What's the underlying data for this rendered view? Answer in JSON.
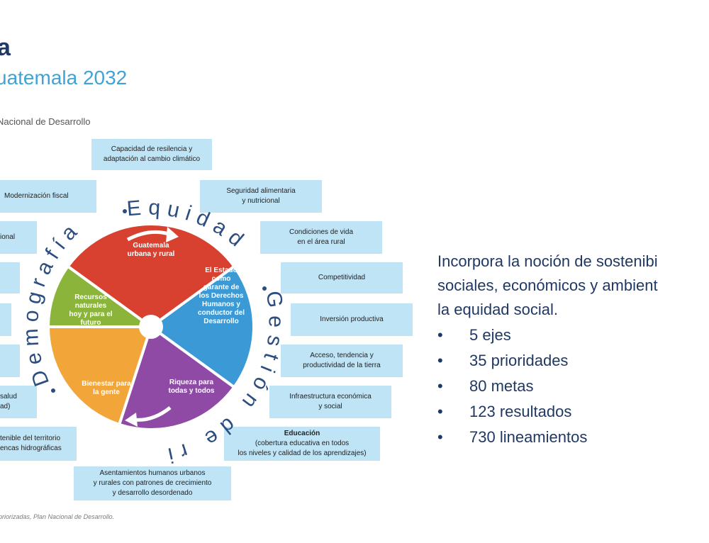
{
  "header": {
    "title": "a",
    "subtitle": "uatemala 2032",
    "caption": "Nacional de Desarrollo",
    "source": "priorizadas, Plan Nacional de Desarrollo."
  },
  "diagram": {
    "segments": [
      {
        "label": "Guatemala urbana y rural",
        "color": "#d8412f"
      },
      {
        "label": "El Estado como garante de los Derechos Humanos y conductor del Desarrollo",
        "color": "#3b9ad6"
      },
      {
        "label": "Riqueza para todas y todos",
        "color": "#8e4aa5"
      },
      {
        "label": "Bienestar para la gente",
        "color": "#f2a63a"
      },
      {
        "label": "Recursos naturales hoy y para el futuro",
        "color": "#8bb53a"
      }
    ],
    "ring_text": {
      "equidad": "Equidad",
      "gestion": "Gestión de riesgo",
      "demografia": "Demografía"
    },
    "boxes": [
      {
        "id": "resiliencia",
        "text": "Capacidad de resilencia y\nadaptación al cambio climático"
      },
      {
        "id": "seguridad",
        "text": "Seguridad alimentaria\ny nutricional"
      },
      {
        "id": "condiciones",
        "text": "Condiciones de vida\nen el área rural"
      },
      {
        "id": "competitividad",
        "text": "Competitividad"
      },
      {
        "id": "inversion",
        "text": "Inversión productiva"
      },
      {
        "id": "acceso",
        "text": "Acceso, tendencia y\nproductividad de la tierra"
      },
      {
        "id": "infraestructura",
        "text": "Infraestructura económica\ny social"
      },
      {
        "id": "educacion_title",
        "text": "Educación"
      },
      {
        "id": "educacion_body",
        "text": "(cobertura educativa en todos\nlos niveles y calidad de los aprendizajes)"
      },
      {
        "id": "asentamientos",
        "text": "Asentamientos humanos urbanos\ny rurales con patrones de crecimiento\ny desarrollo desordenado"
      },
      {
        "id": "modernizacion",
        "text": "Modernización fiscal"
      },
      {
        "id": "ional",
        "text": "ional"
      },
      {
        "id": "blank1",
        "text": ""
      },
      {
        "id": "blank2",
        "text": ""
      },
      {
        "id": "blank3",
        "text": ""
      },
      {
        "id": "salud",
        "text": "salud\nad)"
      },
      {
        "id": "territorio",
        "text": "tenible del territorio\nencas hidrográficas"
      }
    ]
  },
  "description": {
    "line1": "Incorpora la noción de sostenibi",
    "line2": "sociales, económicos y  ambient",
    "line3": "la equidad  social."
  },
  "bullets": [
    {
      "marker": "•",
      "text": "5 ejes"
    },
    {
      "marker": "•",
      "text": "35 prioridades"
    },
    {
      "marker": "•",
      "text": "80 metas"
    },
    {
      "marker": "•",
      "text": "123 resultados"
    },
    {
      "marker": "•",
      "text": "730 lineamientos"
    }
  ]
}
